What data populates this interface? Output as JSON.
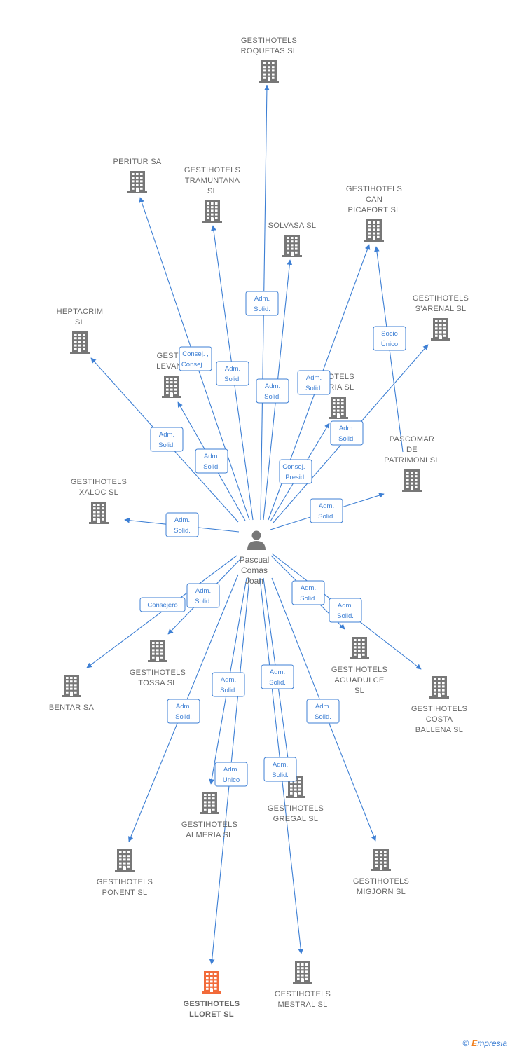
{
  "colors": {
    "edge": "#3d7fd4",
    "building": "#777777",
    "building_highlight": "#f26b3a",
    "person": "#777777"
  },
  "person": {
    "name_lines": [
      "Pascual",
      "Comas",
      "Joan"
    ],
    "icon": "person-icon"
  },
  "companies": [
    {
      "id": "roquetas",
      "lines": [
        "GESTIHOTELS",
        "ROQUETAS  SL"
      ]
    },
    {
      "id": "peritur",
      "lines": [
        "PERITUR SA"
      ]
    },
    {
      "id": "tramuntana",
      "lines": [
        "GESTIHOTELS",
        "TRAMUNTANA",
        "SL"
      ]
    },
    {
      "id": "solvasa",
      "lines": [
        "SOLVASA  SL"
      ]
    },
    {
      "id": "canpicafort",
      "lines": [
        "GESTIHOTELS",
        "CAN",
        "PICAFORT  SL"
      ]
    },
    {
      "id": "heptacrim",
      "lines": [
        "HEPTACRIM",
        "SL"
      ]
    },
    {
      "id": "sarenal",
      "lines": [
        "GESTIHOTELS",
        "S'ARENAL  SL"
      ]
    },
    {
      "id": "levant",
      "lines": [
        "GESTIH",
        "LEVANT"
      ]
    },
    {
      "id": "alegria",
      "lines": [
        "HOTELS",
        "GRIA  SL"
      ]
    },
    {
      "id": "pascomar",
      "lines": [
        "PASCOMAR",
        "DE",
        "PATRIMONI SL"
      ]
    },
    {
      "id": "xaloc",
      "lines": [
        "GESTIHOTELS",
        "XALOC  SL"
      ]
    },
    {
      "id": "tossa",
      "lines": [
        "GESTIHOTELS",
        "TOSSA  SL"
      ]
    },
    {
      "id": "bentar",
      "lines": [
        "BENTAR SA"
      ]
    },
    {
      "id": "aguadulce",
      "lines": [
        "GESTIHOTELS",
        "AGUADULCE",
        "SL"
      ]
    },
    {
      "id": "costaballena",
      "lines": [
        "GESTIHOTELS",
        "COSTA",
        "BALLENA  SL"
      ]
    },
    {
      "id": "almeria",
      "lines": [
        "GESTIHOTELS",
        "ALMERIA  SL"
      ]
    },
    {
      "id": "gregal",
      "lines": [
        "GESTIHOTELS",
        "GREGAL  SL"
      ]
    },
    {
      "id": "ponent",
      "lines": [
        "GESTIHOTELS",
        "PONENT  SL"
      ]
    },
    {
      "id": "migjorn",
      "lines": [
        "GESTIHOTELS",
        "MIGJORN  SL"
      ]
    },
    {
      "id": "lloret",
      "lines": [
        "GESTIHOTELS",
        "LLORET  SL"
      ],
      "highlight": true
    },
    {
      "id": "mestral",
      "lines": [
        "GESTIHOTELS",
        "MESTRAL  SL"
      ]
    }
  ],
  "relations": [
    {
      "to": "roquetas",
      "lines": [
        "Adm.",
        "Solid."
      ]
    },
    {
      "to": "peritur",
      "lines": [
        "Consej. ,",
        "Consej...."
      ]
    },
    {
      "to": "tramuntana",
      "lines": [
        "Adm.",
        "Solid."
      ]
    },
    {
      "to": "solvasa",
      "lines": [
        "Adm.",
        "Solid."
      ]
    },
    {
      "to": "canpicafort",
      "lines": [
        "Adm.",
        "Solid."
      ]
    },
    {
      "to": "heptacrim",
      "lines": [
        "Adm.",
        "Solid."
      ]
    },
    {
      "to": "levant",
      "lines": [
        "Adm.",
        "Solid."
      ]
    },
    {
      "to": "sarenal",
      "lines": [
        "Adm.",
        "Solid."
      ]
    },
    {
      "to": "alegria",
      "lines": [
        "Consej. ,",
        "Presid."
      ]
    },
    {
      "to": "pascomar",
      "lines": [
        "Adm.",
        "Solid."
      ]
    },
    {
      "to": "xaloc",
      "lines": [
        "Adm.",
        "Solid."
      ]
    },
    {
      "to": "bentar",
      "lines": [
        "Consejero"
      ]
    },
    {
      "to": "tossa",
      "lines": [
        "Adm.",
        "Solid."
      ]
    },
    {
      "to": "aguadulce",
      "lines": [
        "Adm.",
        "Solid."
      ]
    },
    {
      "to": "costaballena",
      "lines": [
        "Adm.",
        "Solid."
      ]
    },
    {
      "to": "ponent",
      "lines": [
        "Adm.",
        "Solid."
      ]
    },
    {
      "to": "almeria",
      "lines": [
        "Adm.",
        "Solid."
      ]
    },
    {
      "to": "gregal",
      "lines": [
        "Adm.",
        "Solid."
      ]
    },
    {
      "to": "lloret",
      "lines": [
        "Adm.",
        "Unico"
      ]
    },
    {
      "to": "mestral",
      "lines": [
        "Adm.",
        "Solid."
      ]
    },
    {
      "to": "migjorn",
      "lines": [
        "Adm.",
        "Solid."
      ]
    }
  ],
  "secondary_relations": [
    {
      "from": "pascomar",
      "to": "canpicafort",
      "lines": [
        "Socio",
        "Único"
      ]
    }
  ],
  "footer": {
    "copyright": "©",
    "brand_initial": "E",
    "brand_rest": "mpresia"
  }
}
